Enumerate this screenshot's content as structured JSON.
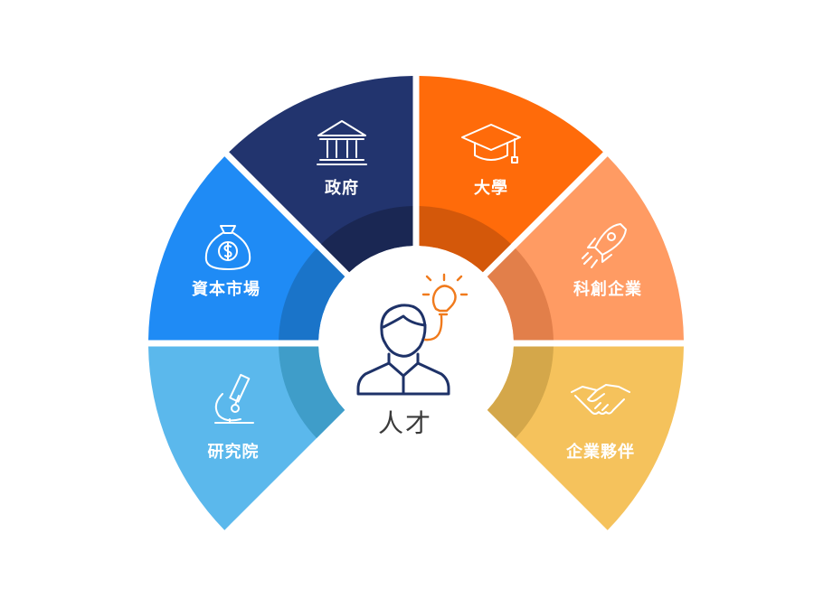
{
  "center": {
    "label": "人才",
    "icon": "person-idea-icon"
  },
  "segments": [
    {
      "id": "research",
      "label": "研究院",
      "icon": "microscope-icon",
      "color": "#5bb8ec",
      "inner": "#3f9dc9"
    },
    {
      "id": "capital",
      "label": "資本市場",
      "icon": "money-bag-icon",
      "color": "#1f8bf5",
      "inner": "#1a74c9"
    },
    {
      "id": "gov",
      "label": "政府",
      "icon": "government-icon",
      "color": "#22346e",
      "inner": "#1a2753"
    },
    {
      "id": "univ",
      "label": "大學",
      "icon": "graduation-cap-icon",
      "color": "#ff6b0a",
      "inner": "#d4580a"
    },
    {
      "id": "tech",
      "label": "科創企業",
      "icon": "rocket-icon",
      "color": "#ff9b63",
      "inner": "#e27f4a"
    },
    {
      "id": "partners",
      "label": "企業夥伴",
      "icon": "handshake-icon",
      "color": "#f5c25c",
      "inner": "#d4a74a"
    }
  ]
}
